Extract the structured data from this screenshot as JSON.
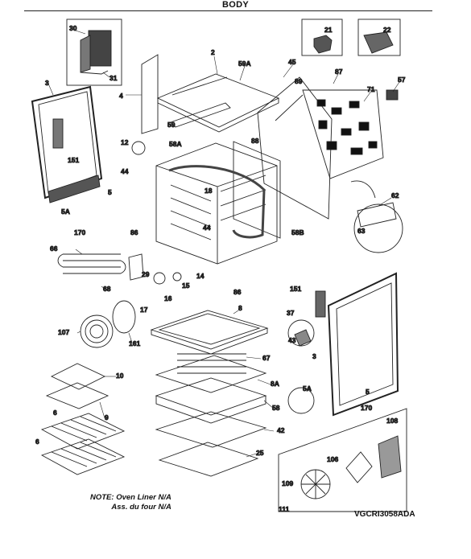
{
  "title": "BODY",
  "note_line1": "NOTE: Oven Liner N/A",
  "note_line2": "Ass. du four N/A",
  "model_code": "VGCRI3058ADA",
  "callouts": [
    {
      "id": "p2",
      "text": "2"
    },
    {
      "id": "p3a",
      "text": "3"
    },
    {
      "id": "p3b",
      "text": "3"
    },
    {
      "id": "p4",
      "text": "4"
    },
    {
      "id": "p5a",
      "text": "5"
    },
    {
      "id": "p5b",
      "text": "5"
    },
    {
      "id": "p5A1",
      "text": "5A"
    },
    {
      "id": "p5A2",
      "text": "5A"
    },
    {
      "id": "p6a",
      "text": "6"
    },
    {
      "id": "p6b",
      "text": "6"
    },
    {
      "id": "p8",
      "text": "8"
    },
    {
      "id": "p8A",
      "text": "8A"
    },
    {
      "id": "p9",
      "text": "9"
    },
    {
      "id": "p10",
      "text": "10"
    },
    {
      "id": "p12",
      "text": "12"
    },
    {
      "id": "p14",
      "text": "14"
    },
    {
      "id": "p15",
      "text": "15"
    },
    {
      "id": "p16",
      "text": "16"
    },
    {
      "id": "p17",
      "text": "17"
    },
    {
      "id": "p18",
      "text": "18"
    },
    {
      "id": "p21",
      "text": "21"
    },
    {
      "id": "p22",
      "text": "22"
    },
    {
      "id": "p25",
      "text": "25"
    },
    {
      "id": "p29",
      "text": "29"
    },
    {
      "id": "p30",
      "text": "30"
    },
    {
      "id": "p31",
      "text": "31"
    },
    {
      "id": "p37",
      "text": "37"
    },
    {
      "id": "p42",
      "text": "42"
    },
    {
      "id": "p43",
      "text": "43"
    },
    {
      "id": "p44a",
      "text": "44"
    },
    {
      "id": "p44b",
      "text": "44"
    },
    {
      "id": "p45",
      "text": "45"
    },
    {
      "id": "p57",
      "text": "57"
    },
    {
      "id": "p58",
      "text": "58"
    },
    {
      "id": "p58A",
      "text": "58A"
    },
    {
      "id": "p58B",
      "text": "58B"
    },
    {
      "id": "p59",
      "text": "59"
    },
    {
      "id": "p59A",
      "text": "59A"
    },
    {
      "id": "p62",
      "text": "62"
    },
    {
      "id": "p63",
      "text": "63"
    },
    {
      "id": "p66",
      "text": "66"
    },
    {
      "id": "p67",
      "text": "67"
    },
    {
      "id": "p68",
      "text": "68"
    },
    {
      "id": "p71",
      "text": "71"
    },
    {
      "id": "p86a",
      "text": "86"
    },
    {
      "id": "p86b",
      "text": "86"
    },
    {
      "id": "p87",
      "text": "87"
    },
    {
      "id": "p88",
      "text": "88"
    },
    {
      "id": "p89",
      "text": "89"
    },
    {
      "id": "p106",
      "text": "106"
    },
    {
      "id": "p107",
      "text": "107"
    },
    {
      "id": "p108",
      "text": "108"
    },
    {
      "id": "p109",
      "text": "109"
    },
    {
      "id": "p111",
      "text": "111"
    },
    {
      "id": "p151a",
      "text": "151"
    },
    {
      "id": "p151b",
      "text": "151"
    },
    {
      "id": "p161",
      "text": "161"
    },
    {
      "id": "p170a",
      "text": "170"
    },
    {
      "id": "p170b",
      "text": "170"
    }
  ]
}
